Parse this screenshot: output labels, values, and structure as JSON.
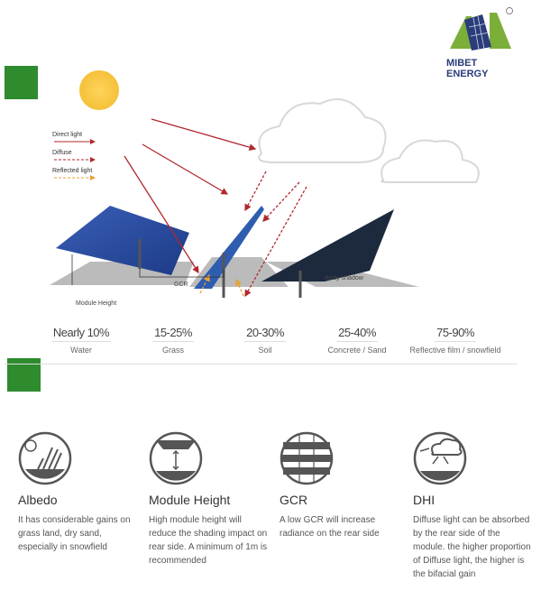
{
  "brand": {
    "name": "MIBET ENERGY",
    "registered": "®",
    "badge_text": "MIBET ENERGY"
  },
  "diagram": {
    "legend": [
      {
        "label": "Direct light",
        "color": "#b0282e"
      },
      {
        "label": "Diffuse",
        "color": "#b0282e"
      },
      {
        "label": "Reflected light",
        "color": "#e8a13a"
      }
    ],
    "labels": {
      "module_height": "Module Height",
      "gcr": "GCR",
      "array_shadow": "Array shadow"
    }
  },
  "albedo_values": [
    {
      "value": "Nearly 10%",
      "surface": "Water"
    },
    {
      "value": "15-25%",
      "surface": "Grass"
    },
    {
      "value": "20-30%",
      "surface": "Soil"
    },
    {
      "value": "25-40%",
      "surface": "Concrete / Sand"
    },
    {
      "value": "75-90%",
      "surface": "Reflective film / snowfield"
    }
  ],
  "factors": [
    {
      "icon": "albedo-icon",
      "title": "Albedo",
      "desc": "It has considerable gains on grass land, dry sand, especially in snowfield"
    },
    {
      "icon": "module-height-icon",
      "title": "Module Height",
      "desc": "High module height will reduce the shading impact on rear side. A minimum of 1m is recommended"
    },
    {
      "icon": "gcr-icon",
      "title": "GCR",
      "desc": "A low GCR will increase radiance on the rear side"
    },
    {
      "icon": "dhi-icon",
      "title": "DHI",
      "desc": "Diffuse light can be absorbed by the rear side of the module. the higher proportion of Diffuse light, the higher is the bifacial gain"
    }
  ]
}
